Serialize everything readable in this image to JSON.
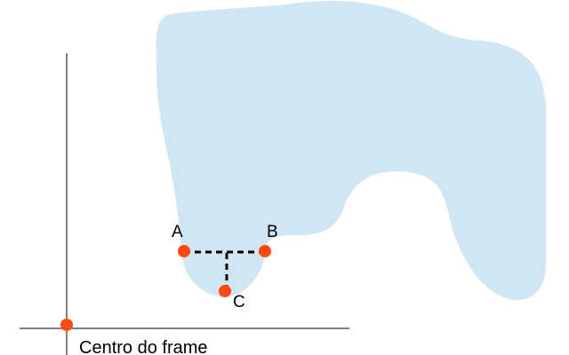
{
  "colors": {
    "blob": "#d1e6f3",
    "point": "#ff4a12",
    "axis": "#000000",
    "guide": "#000000"
  },
  "labels": {
    "a": "A",
    "b": "B",
    "c": "C",
    "origin": "Centro do frame"
  }
}
